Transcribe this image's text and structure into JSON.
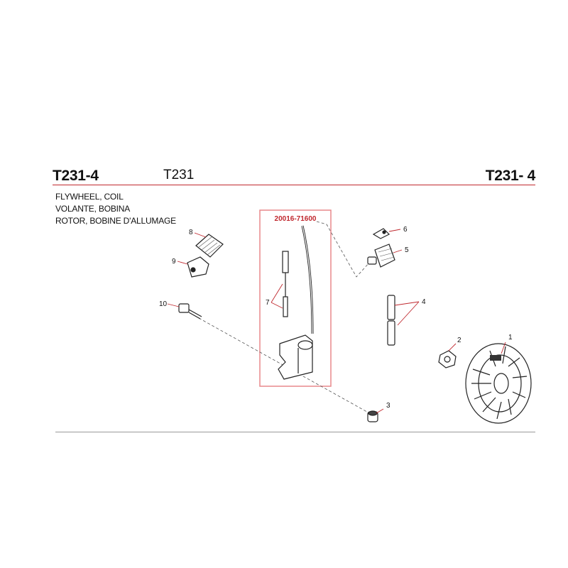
{
  "header": {
    "code_left": "T231-4",
    "model": "T231",
    "code_right": "T231- 4"
  },
  "title": {
    "en": "FLYWHEEL, COIL",
    "es": "VOLANTE, BOBINA",
    "fr": "ROTOR, BOBINE D'ALLUMAGE"
  },
  "highlight": {
    "part_number": "20016-71600",
    "color": "#c0282e"
  },
  "callouts": {
    "c1": "1",
    "c2": "2",
    "c3": "3",
    "c4": "4",
    "c5": "5",
    "c6": "6",
    "c7": "7",
    "c8": "8",
    "c9": "9",
    "c10": "10"
  }
}
